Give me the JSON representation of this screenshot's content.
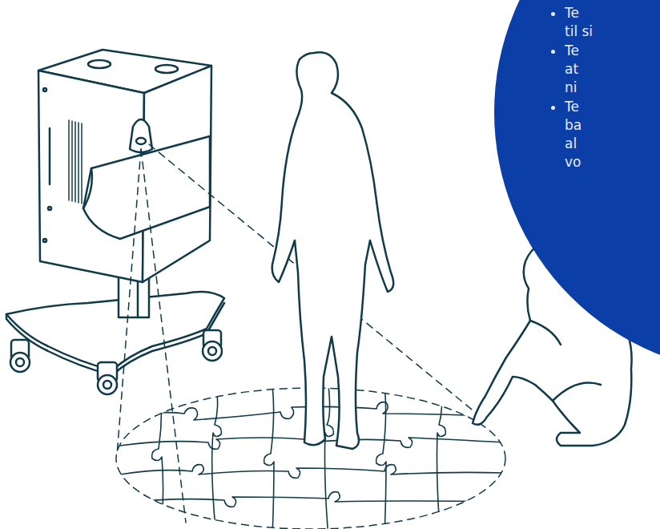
{
  "diagram": {
    "nodes": [
      {
        "text": [
          "Te til si",
          "Te at ni",
          "Te ba al vo"
        ]
      }
    ]
  }
}
